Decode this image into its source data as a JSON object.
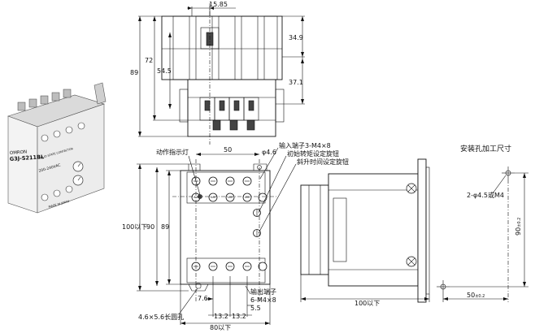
{
  "top_view": {
    "dims": {
      "width": "15.85",
      "total_height": "89",
      "upper": "72",
      "mid": "54.5",
      "right_top": "34.9",
      "right_bottom": "37.1"
    }
  },
  "front_view": {
    "labels": {
      "led": "动作指示灯",
      "input": "输入端子3-M4×8",
      "init_torque": "初始转矩设定旋钮",
      "ramp_time": "斜升时间设定旋钮",
      "output": "输出端子",
      "output_spec": "6-M4×8",
      "slot": "4.6×5.6长圆孔"
    },
    "dims": {
      "top_width": "50",
      "hole": "φ4.6",
      "height_max": "100以下",
      "h90": "90",
      "h89": "89",
      "d76": "7.6",
      "d132a": "13.2",
      "d132b": "13.2",
      "d55": "5.5",
      "width_max": "80以下"
    }
  },
  "side_view": {
    "dims": {
      "depth_max": "100以下"
    }
  },
  "mounting": {
    "title": "安装孔加工尺寸",
    "hole_label": "2-φ4.5或M4",
    "dim_v": "90",
    "dim_v_tol": "±0.2",
    "dim_h": "50",
    "dim_h_tol": "±0.2"
  },
  "product_photo": {
    "brand": "OMRON",
    "model": "G3J-S211BL",
    "line1": "SOLID STATE CONTACTOR",
    "line2": "200-240VAC",
    "line3": "MADE IN JAPAN"
  }
}
